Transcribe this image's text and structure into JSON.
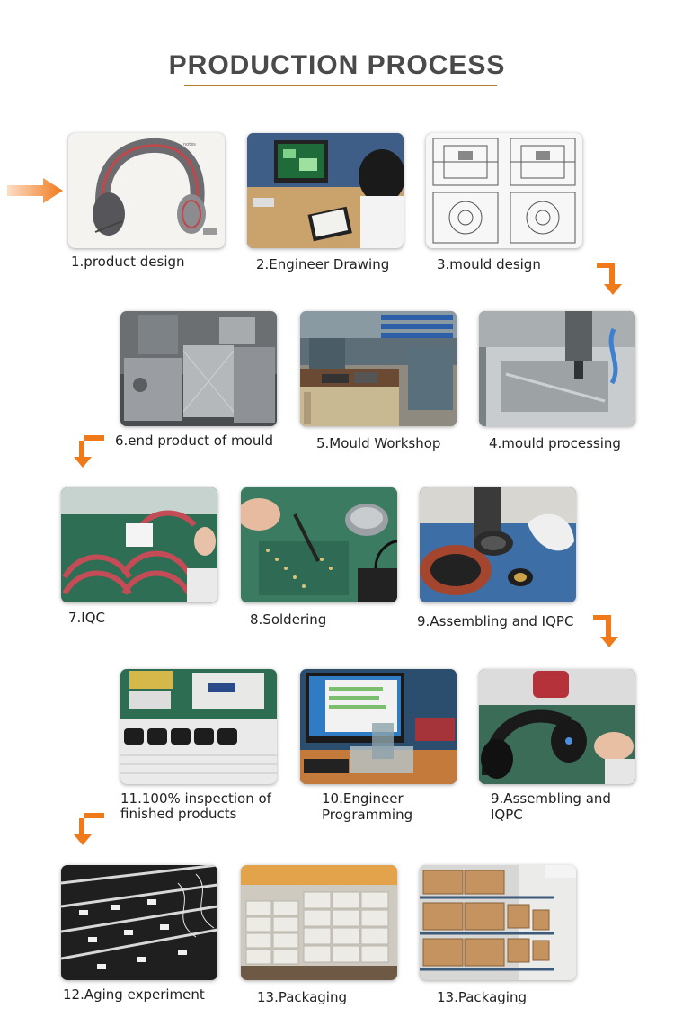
{
  "title": "PRODUCTION PROCESS",
  "accent_color": "#f07a1a",
  "steps": [
    {
      "label": "1.product design",
      "icon": "headphone-sketch"
    },
    {
      "label": "2.Engineer Drawing",
      "icon": "engineer-desk"
    },
    {
      "label": "3.mould design",
      "icon": "mould-blueprint"
    },
    {
      "label": "6.end product of mould",
      "icon": "mould-blocks"
    },
    {
      "label": "5.Mould Workshop",
      "icon": "workshop"
    },
    {
      "label": "4.mould  processing",
      "icon": "cnc-machine"
    },
    {
      "label": "7.IQC",
      "icon": "headband-inspection"
    },
    {
      "label": "8.Soldering",
      "icon": "soldering"
    },
    {
      "label": "9.Assembling and IQPC",
      "icon": "speaker-assembly"
    },
    {
      "label": "11.100% inspection of",
      "label2": "finished products",
      "icon": "test-bench"
    },
    {
      "label": "10.Engineer",
      "label2": "Programming",
      "icon": "programming-station"
    },
    {
      "label": "9.Assembling and",
      "label2": "IQPC",
      "icon": "headphone-assembly"
    },
    {
      "label": "12.Aging experiment",
      "icon": "aging-rack"
    },
    {
      "label": "13.Packaging",
      "icon": "boxes-stack"
    },
    {
      "label": "13.Packaging",
      "icon": "warehouse-shelves"
    }
  ]
}
